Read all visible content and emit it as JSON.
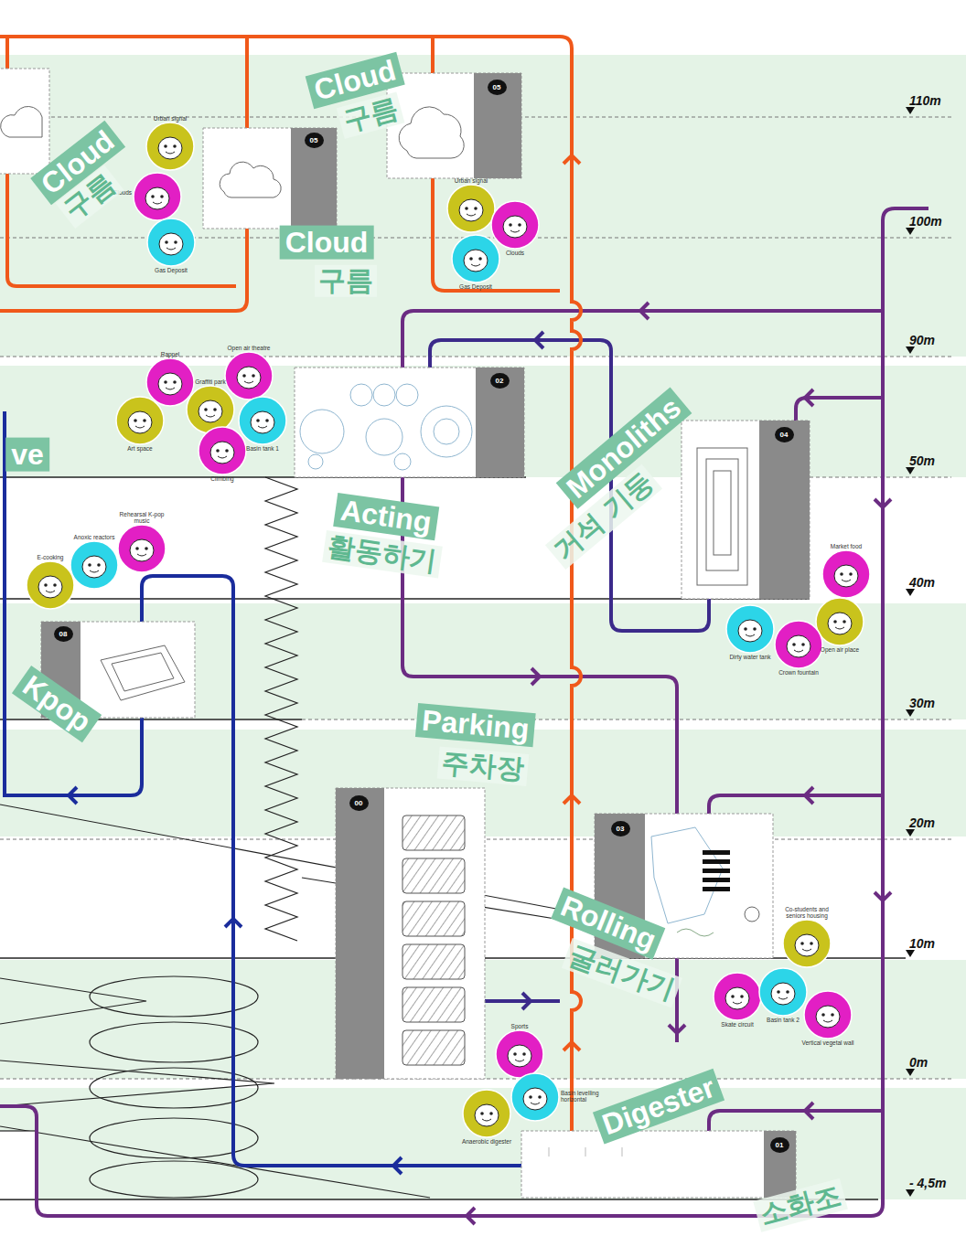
{
  "diagram": {
    "nodes": [
      {
        "text": [
          "05"
        ]
      },
      {
        "text": [
          "05"
        ]
      },
      {
        "text": [
          "Urban signal"
        ]
      },
      {
        "text": [
          "Clouds"
        ]
      },
      {
        "text": [
          "Gas Deposit"
        ]
      },
      {
        "text": [
          "Urban signal"
        ]
      },
      {
        "text": [
          "Clouds"
        ]
      },
      {
        "text": [
          "Gas Deposit"
        ]
      },
      {
        "text": [
          "Rappel"
        ]
      },
      {
        "text": [
          "Open air theatre"
        ]
      },
      {
        "text": [
          "Graffiti park"
        ]
      },
      {
        "text": [
          "Art space"
        ]
      },
      {
        "text": [
          "Basin tank 1"
        ]
      },
      {
        "text": [
          "Climbing"
        ]
      },
      {
        "text": [
          "02"
        ]
      },
      {
        "text": [
          "04"
        ]
      },
      {
        "text": [
          "Rehearsal K-pop music"
        ]
      },
      {
        "text": [
          "Anoxic reactors"
        ]
      },
      {
        "text": [
          "E-cooking"
        ]
      },
      {
        "text": [
          "Market food"
        ]
      },
      {
        "text": [
          "Open air place"
        ]
      },
      {
        "text": [
          "Dirty water tank"
        ]
      },
      {
        "text": [
          "Crown fountain"
        ]
      },
      {
        "text": [
          "08"
        ]
      },
      {
        "text": [
          "00"
        ]
      },
      {
        "text": [
          "03"
        ]
      },
      {
        "text": [
          "Co-students and seniors housing"
        ]
      },
      {
        "text": [
          "Skate circuit"
        ]
      },
      {
        "text": [
          "Basin tank 2"
        ]
      },
      {
        "text": [
          "Vertical vegetal wall"
        ]
      },
      {
        "text": [
          "Sports"
        ]
      },
      {
        "text": [
          "Basin levelling horizontal"
        ]
      },
      {
        "text": [
          "Anaerobic digester"
        ]
      },
      {
        "text": [
          "01"
        ]
      }
    ],
    "labels": [
      "110m",
      "100m",
      "90m",
      "50m",
      "40m",
      "30m",
      "20m",
      "10m",
      "0m",
      "- 4,5m",
      "Cloud",
      "구름",
      "Cloud",
      "구름",
      "Cloud",
      "구름",
      "ve",
      "Acting",
      "활동하기",
      "Monoliths",
      "거석 기둥",
      "Kpop",
      "Parking",
      "주차장",
      "Rolling",
      "굴러가기",
      "Digester",
      "소화조"
    ]
  }
}
